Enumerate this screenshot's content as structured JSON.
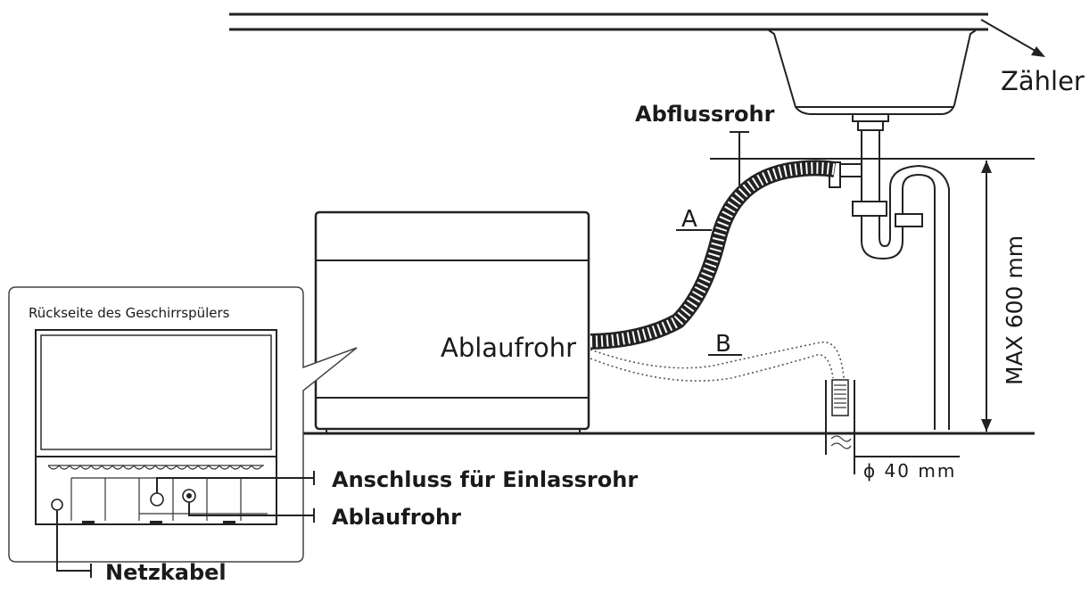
{
  "labels": {
    "counter": "Zähler",
    "drain_pipe_top": "Abflussrohr",
    "outlet_pipe": "Ablaufrohr",
    "option_a": "A",
    "option_b": "B",
    "max_height": "MAX 600 mm",
    "diameter": "ϕ 40 mm",
    "rear_view_title": "Rückseite des Geschirrspülers",
    "inlet_connection": "Anschluss für Einlassrohr",
    "rear_outlet_pipe": "Ablaufrohr",
    "power_cable": "Netzkabel"
  }
}
